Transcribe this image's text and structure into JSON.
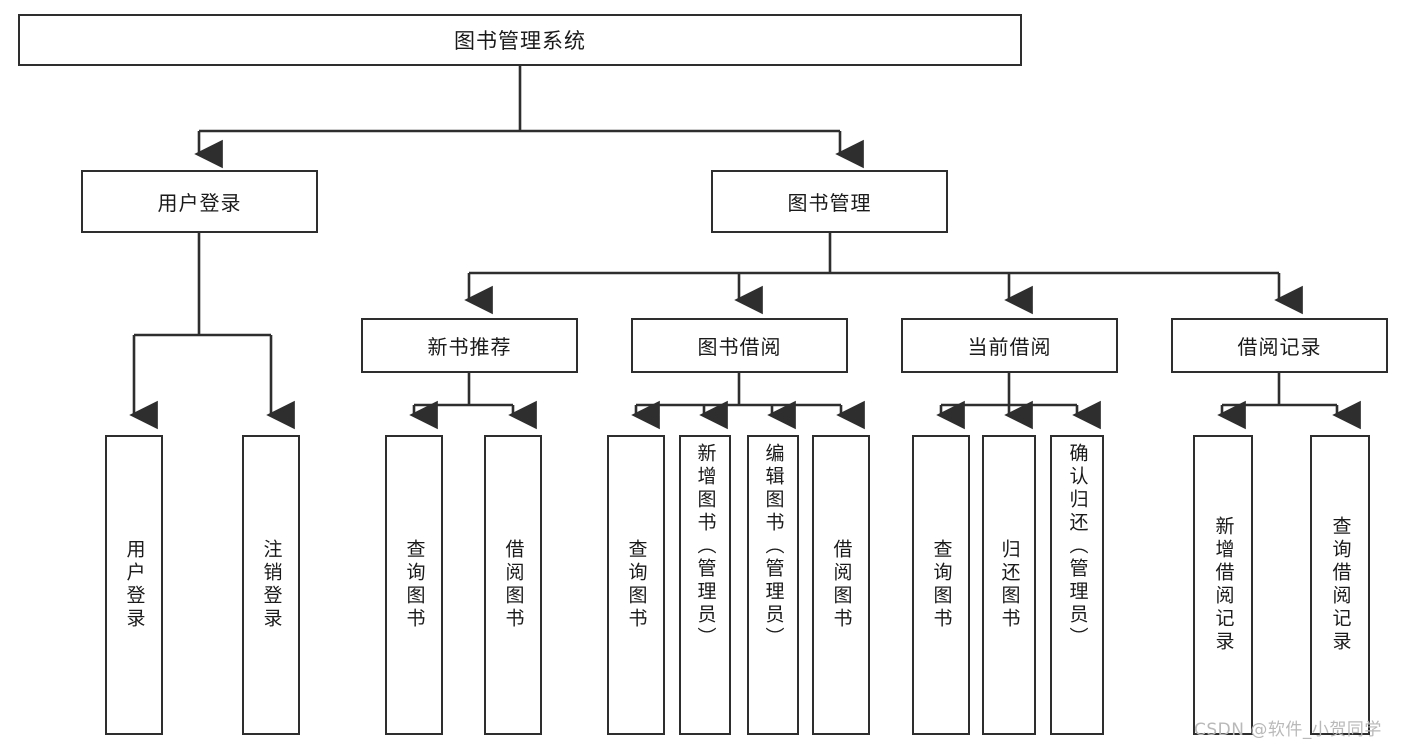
{
  "diagram": {
    "title": "图书管理系统",
    "type": "hierarchy-tree",
    "root": {
      "label": "图书管理系统"
    },
    "tier2": [
      {
        "label": "用户登录"
      },
      {
        "label": "图书管理"
      }
    ],
    "tier3": [
      {
        "label": "新书推荐"
      },
      {
        "label": "图书借阅"
      },
      {
        "label": "当前借阅"
      },
      {
        "label": "借阅记录"
      }
    ],
    "leaves": {
      "user_login": [
        {
          "label": "用户登录"
        },
        {
          "label": "注销登录"
        }
      ],
      "new_book_recommend": [
        {
          "label": "查询图书"
        },
        {
          "label": "借阅图书"
        }
      ],
      "book_borrow": [
        {
          "label": "查询图书"
        },
        {
          "label": "新增图书（管理员）"
        },
        {
          "label": "编辑图书（管理员）"
        },
        {
          "label": "借阅图书"
        }
      ],
      "current_borrow": [
        {
          "label": "查询图书"
        },
        {
          "label": "归还图书"
        },
        {
          "label": "确认归还（管理员）"
        }
      ],
      "borrow_record": [
        {
          "label": "新增借阅记录"
        },
        {
          "label": "查询借阅记录"
        }
      ]
    }
  },
  "watermark": {
    "text": "CSDN @软件_小贺同学"
  },
  "colors": {
    "background": "#ffffff",
    "box_border": "#2e2e2e",
    "box_fill": "#ffffff",
    "text": "#1a1a1a",
    "connector": "#2e2e2e",
    "watermark": "#b9b9b9"
  }
}
